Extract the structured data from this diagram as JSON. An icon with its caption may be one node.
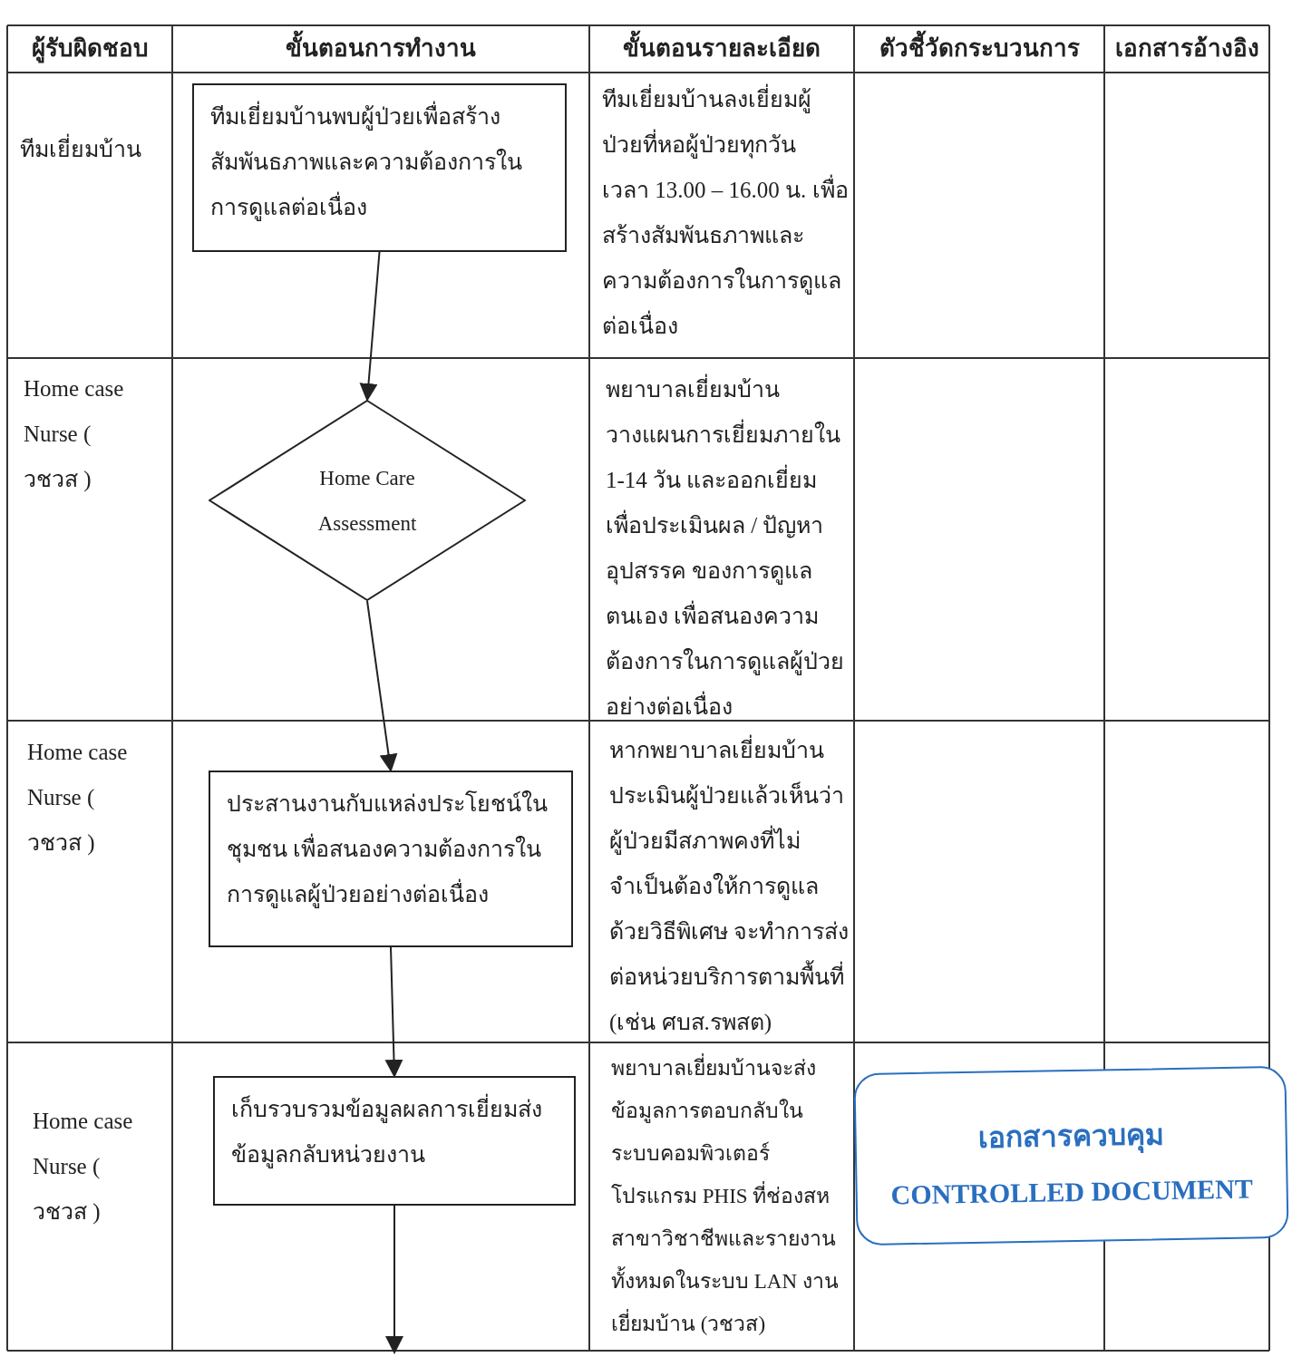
{
  "diagram": {
    "nodes": [
      {
        "text": [
          "ทีมเยี่ยมบ้านพบผู้ป่วยเพื่อสร้างสัมพันธภาพและความต้องการในการดูแลต่อเนื่อง"
        ]
      },
      {
        "text": [
          "Home Care Assessment"
        ]
      },
      {
        "text": [
          "ประสานงานกับแหล่งประโยชน์ในชุมชน เพื่อสนองความต้องการในการดูแลผู้ป่วยอย่างต่อเนื่อง"
        ]
      },
      {
        "text": [
          "เก็บรวบรวมข้อมูลผลการเยี่ยมส่งข้อมูลกลับหน่วยงาน"
        ]
      },
      {
        "text": [
          "เอกสารควบคุม",
          "CONTROLLED DOCUMENT"
        ]
      }
    ],
    "edges": [
      {
        "from": 0,
        "to": 1,
        "arrow": "to"
      },
      {
        "from": 1,
        "to": 2,
        "arrow": "to"
      },
      {
        "from": 2,
        "to": 3,
        "arrow": "to"
      },
      {
        "from": 3,
        "to": null,
        "arrow": "to"
      }
    ],
    "labels": [
      "ผู้รับผิดชอบ",
      "ขั้นตอนการทำงาน",
      "ขั้นตอนรายละเอียด",
      "ตัวชี้วัดกระบวนการ",
      "เอกสารอ้างอิง",
      "ทีมเยี่ยมบ้าน",
      "ทีมเยี่ยมบ้านลงเยี่ยมผู้ป่วยที่หอผู้ป่วยทุกวัน เวลา 13.00 – 16.00 น. เพื่อสร้างสัมพันธภาพและความต้องการในการดูแลต่อเนื่อง",
      "Home case Nurse ( วชวส )",
      "พยาบาลเยี่ยมบ้านวางแผนการเยี่ยมภายใน 1-14 วัน และออกเยี่ยมเพื่อประเมินผล / ปัญหาอุปสรรค ของการดูแลตนเอง เพื่อสนองความต้องการในการดูแลผู้ป่วยอย่างต่อเนื่อง",
      "Home case Nurse ( วชวส )",
      "หากพยาบาลเยี่ยมบ้านประเมินผู้ป่วยแล้วเห็นว่าผู้ป่วยมีสภาพคงที่ไม่จำเป็นต้องให้การดูแลด้วยวิธีพิเศษ จะทำการส่งต่อหน่วยบริการตามพื้นที่ (เช่น ศบส.รพสต)",
      "Home case Nurse ( วชวส )",
      "พยาบาลเยี่ยมบ้านจะส่งข้อมูลการตอบกลับในระบบคอมพิวเตอร์ โปรแกรม PHIS ที่ช่องสหสาขาวิชาชีพและรายงานทั้งหมดในระบบ LAN งานเยี่ยมบ้าน (วชวส)"
    ]
  }
}
